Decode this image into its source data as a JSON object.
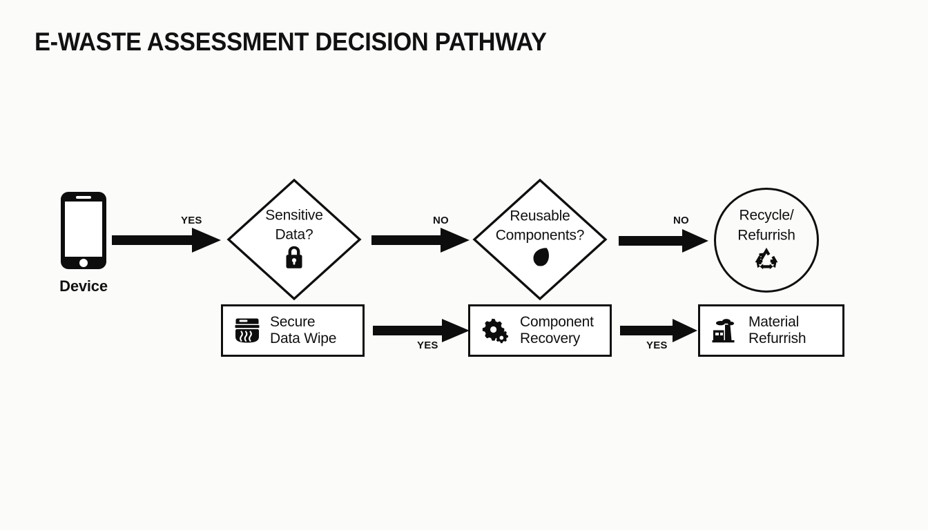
{
  "page": {
    "title": "E-WASTE ASSESSMENT DECISION PATHWAY",
    "background_color": "#fbfbfa",
    "ink_color": "#101010"
  },
  "chart_data": {
    "type": "diagram",
    "subtype": "flowchart",
    "title": "E-WASTE ASSESSMENT DECISION PATHWAY",
    "orientation": "left-to-right",
    "nodes": [
      {
        "id": "device",
        "label": "Device",
        "shape": "icon",
        "icon": "smartphone-icon",
        "row": "top"
      },
      {
        "id": "sensitive",
        "label": "Sensitive Data?",
        "shape": "diamond",
        "icon": "lock-icon",
        "row": "top"
      },
      {
        "id": "reusable",
        "label": "Reusable Components?",
        "shape": "diamond",
        "icon": "leaf-icon",
        "row": "top"
      },
      {
        "id": "recycle",
        "label": "Recycle/ Refurrish",
        "shape": "circle",
        "icon": "recycle-icon",
        "row": "top"
      },
      {
        "id": "wipe",
        "label": "Secure Data Wipe",
        "shape": "rect",
        "icon": "shredder-icon",
        "row": "bottom"
      },
      {
        "id": "recovery",
        "label": "Component Recovery",
        "shape": "rect",
        "icon": "gears-icon",
        "row": "bottom"
      },
      {
        "id": "material",
        "label": "Material Refurrish",
        "shape": "rect",
        "icon": "factory-icon",
        "row": "bottom"
      }
    ],
    "edges": [
      {
        "from": "device",
        "to": "sensitive",
        "label": "YES",
        "label_position": "above"
      },
      {
        "from": "sensitive",
        "to": "reusable",
        "label": "NO",
        "label_position": "above"
      },
      {
        "from": "reusable",
        "to": "recycle",
        "label": "NO",
        "label_position": "above"
      },
      {
        "from": "wipe",
        "to": "recovery",
        "label": "YES",
        "label_position": "below"
      },
      {
        "from": "recovery",
        "to": "material",
        "label": "YES",
        "label_position": "below"
      }
    ]
  },
  "nodes": {
    "device": {
      "label": "Device",
      "icon": "smartphone-icon"
    },
    "sensitive": {
      "line1": "Sensitive",
      "line2": "Data?",
      "icon": "lock-icon"
    },
    "reusable": {
      "line1": "Reusable",
      "line2": "Components?",
      "icon": "leaf-icon"
    },
    "recycle": {
      "line1": "Recycle/",
      "line2": "Refurrish",
      "icon": "recycle-icon"
    },
    "wipe": {
      "line1": "Secure",
      "line2": "Data Wipe",
      "icon": "shredder-icon"
    },
    "recovery": {
      "line1": "Component",
      "line2": "Recovery",
      "icon": "gears-icon"
    },
    "material": {
      "line1": "Material",
      "line2": "Refurrish",
      "icon": "factory-icon"
    }
  },
  "edges": {
    "device_to_sensitive": {
      "label": "YES"
    },
    "sensitive_to_reusable": {
      "label": "NO"
    },
    "reusable_to_recycle": {
      "label": "NO"
    },
    "wipe_to_recovery": {
      "label": "YES"
    },
    "recovery_to_material": {
      "label": "YES"
    }
  }
}
